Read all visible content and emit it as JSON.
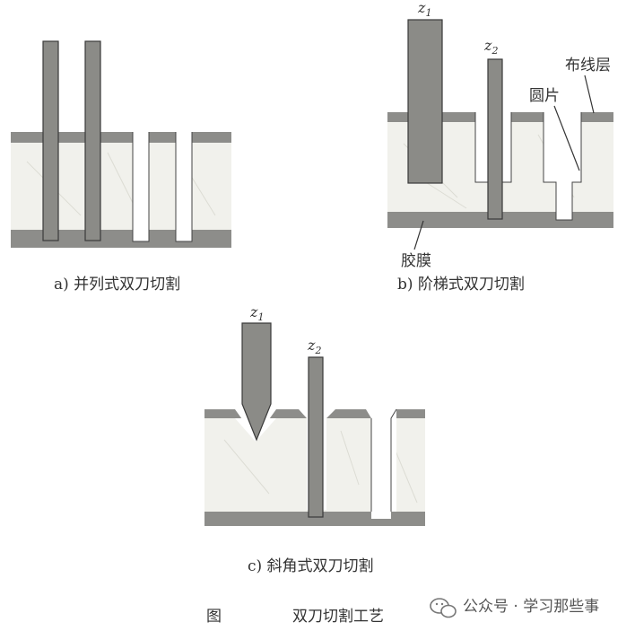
{
  "panel_a": {
    "caption": "a) 并列式双刀切割"
  },
  "panel_b": {
    "caption": "b) 阶梯式双刀切割",
    "label_wiring_layer": "布线层",
    "label_wafer": "圆片",
    "label_tape": "胶膜",
    "blade1": {
      "main": "z",
      "sub": "1"
    },
    "blade2": {
      "main": "z",
      "sub": "2"
    }
  },
  "panel_c": {
    "caption": "c) 斜角式双刀切割",
    "blade1": {
      "main": "z",
      "sub": "1"
    },
    "blade2": {
      "main": "z",
      "sub": "2"
    }
  },
  "figure_title": {
    "prefix": "图",
    "text": "双刀切割工艺"
  },
  "watermark": {
    "text": "公众号 · 学习那些事",
    "icon": "wechat-icon"
  }
}
